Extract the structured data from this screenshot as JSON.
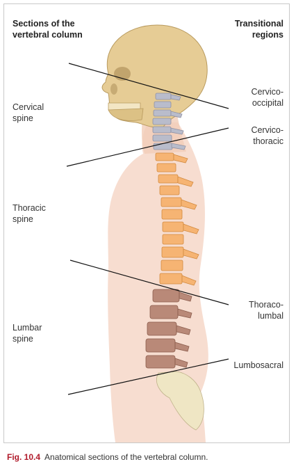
{
  "header": {
    "left_line1": "Sections of the",
    "left_line2": "vertebral column",
    "right_line1": "Transitional",
    "right_line2": "regions"
  },
  "sections": [
    {
      "line1": "Cervical",
      "line2": "spine"
    },
    {
      "line1": "Thoracic",
      "line2": "spine"
    },
    {
      "line1": "Lumbar",
      "line2": "spine"
    }
  ],
  "transitions": [
    {
      "line1": "Cervico-",
      "line2": "occipital"
    },
    {
      "line1": "Cervico-",
      "line2": "thoracic"
    },
    {
      "line1": "Thoraco-",
      "line2": "lumbal"
    },
    {
      "line1": "Lumbosacral",
      "line2": ""
    }
  ],
  "caption": {
    "fig_label": "Fig. 10.4",
    "text": "Anatomical sections of the vertebral column."
  },
  "colors": {
    "skin": "#f4d2c0",
    "skull": "#e6cc95",
    "cervical": "#b9bccb",
    "thoracic": "#f6b473",
    "lumbar": "#b98978",
    "sacrum": "#efe6c4",
    "fig_label": "#b01a2a"
  }
}
